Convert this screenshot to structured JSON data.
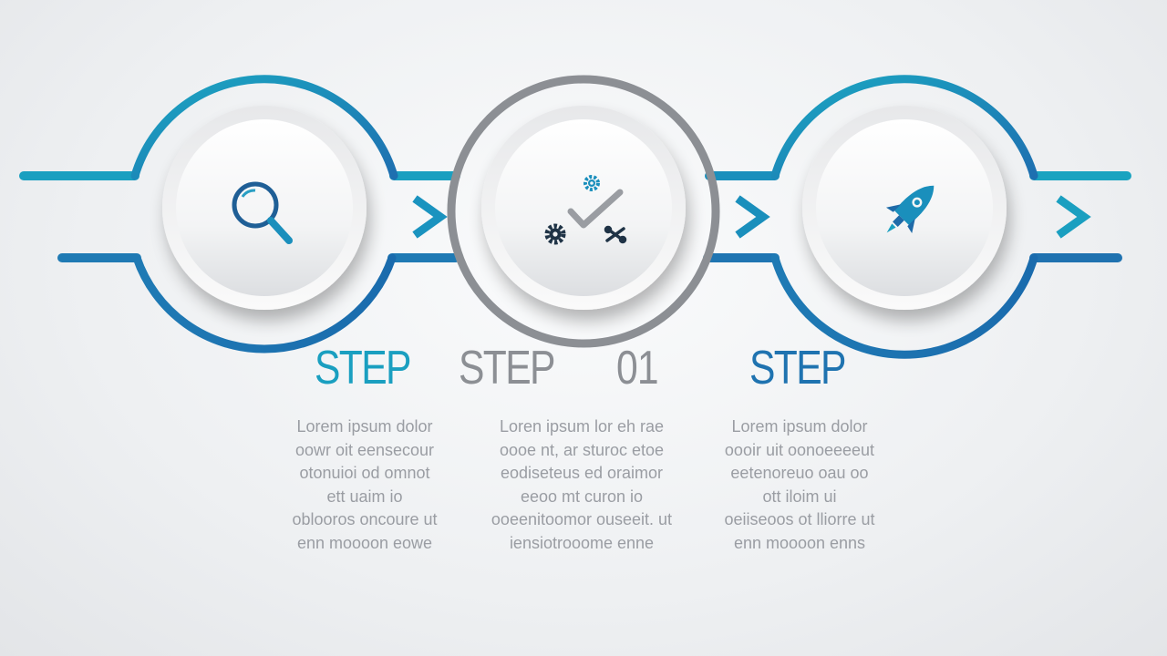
{
  "colors": {
    "accent_light": "#1a9fc0",
    "accent_dark": "#1f73b0",
    "neutral": "#8c8f94",
    "text_gray": "#9a9da3"
  },
  "steps": [
    {
      "icon": "magnifier-icon",
      "title": "STEP",
      "title_color": "#1a9fc0",
      "description": [
        "Lorem ipsum dolor",
        "oowr oit eensecour",
        "otonuioi od omnot",
        "ett uaim io",
        "oblooros oncoure ut",
        "enn moooon eowe"
      ]
    },
    {
      "icon": "gears-check-icon",
      "title": "STEP",
      "number": "01",
      "title_color": "#8c8f94",
      "description": [
        "Loren ipsum lor eh rae",
        "oooe nt, ar sturoc etoe",
        "eodiseteus ed oraimor",
        "eeoo mt curon io",
        "ooeenitoomor ouseeit. ut",
        "iensiotrooome enne"
      ]
    },
    {
      "icon": "rocket-icon",
      "title": "STEP",
      "title_color": "#1f73b0",
      "description": [
        "Lorem ipsum dolor",
        "oooir uit oonoeeeeut",
        "eetenoreuo oau oo",
        "ott iloim ui",
        "oeiiseoos ot lliorre ut",
        "enn moooon enns"
      ]
    }
  ]
}
